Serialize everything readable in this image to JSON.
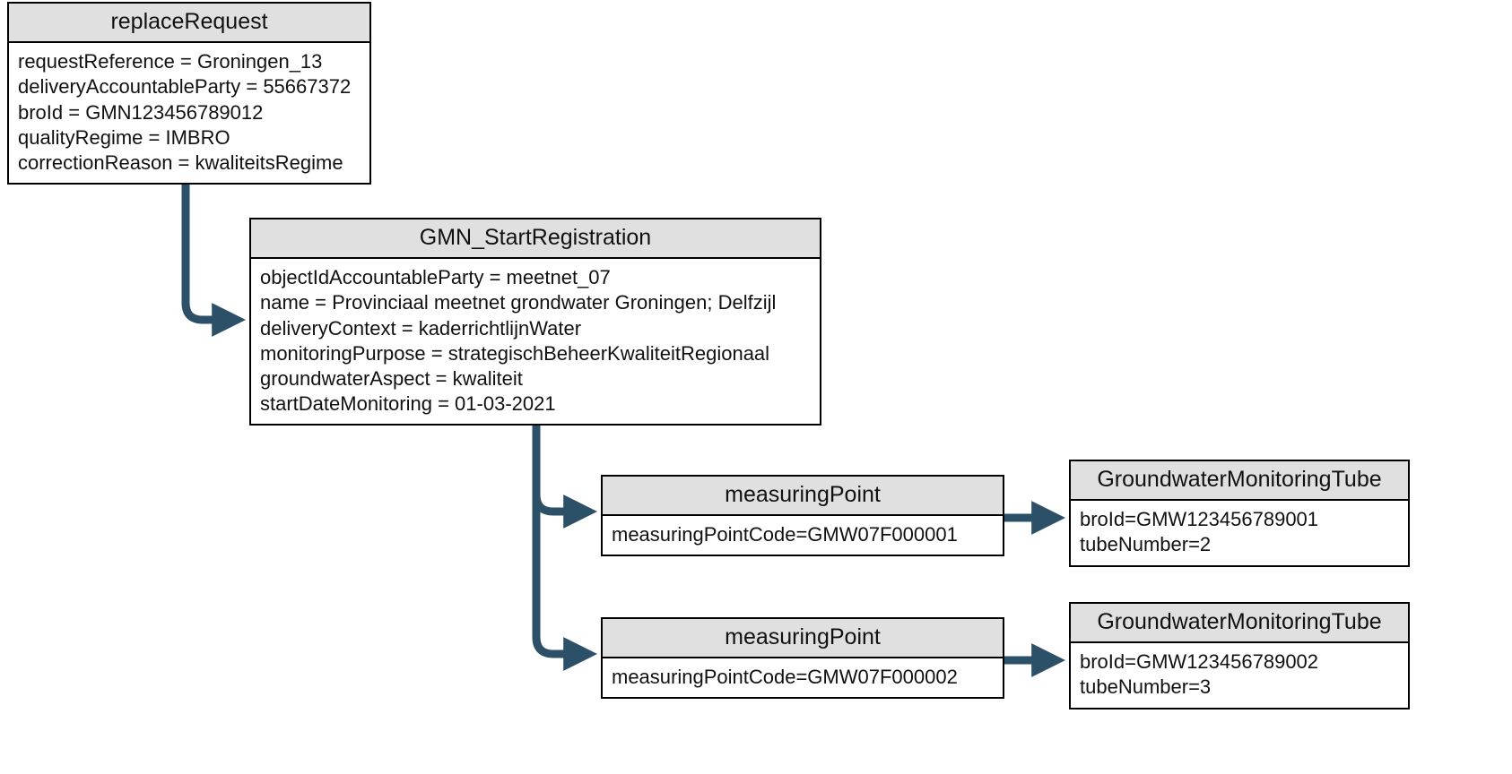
{
  "diagram": {
    "type": "uml-object-diagram",
    "colors": {
      "box_border": "#000000",
      "header_fill": "#e0e0e0",
      "body_fill": "#ffffff",
      "connector": "#2b5068",
      "text": "#111111"
    },
    "nodes": [
      {
        "id": "replaceRequest",
        "title": "replaceRequest",
        "attributes": [
          "requestReference = Groningen_13",
          "deliveryAccountableParty = 55667372",
          "broId = GMN123456789012",
          "qualityRegime = IMBRO",
          "correctionReason = kwaliteitsRegime"
        ]
      },
      {
        "id": "gmnStartRegistration",
        "title": "GMN_StartRegistration",
        "attributes": [
          "objectIdAccountableParty = meetnet_07",
          "name = Provinciaal meetnet grondwater Groningen; Delfzijl",
          "deliveryContext = kaderrichtlijnWater",
          "monitoringPurpose = strategischBeheerKwaliteitRegionaal",
          "groundwaterAspect = kwaliteit",
          "startDateMonitoring = 01-03-2021"
        ]
      },
      {
        "id": "measuringPoint1",
        "title": "measuringPoint",
        "attributes": [
          "measuringPointCode=GMW07F000001"
        ]
      },
      {
        "id": "measuringPoint2",
        "title": "measuringPoint",
        "attributes": [
          "measuringPointCode=GMW07F000002"
        ]
      },
      {
        "id": "tube1",
        "title": "GroundwaterMonitoringTube",
        "attributes": [
          "broId=GMW123456789001",
          "tubeNumber=2"
        ]
      },
      {
        "id": "tube2",
        "title": "GroundwaterMonitoringTube",
        "attributes": [
          "broId=GMW123456789002",
          "tubeNumber=3"
        ]
      }
    ],
    "edges": [
      {
        "from": "replaceRequest",
        "to": "gmnStartRegistration"
      },
      {
        "from": "gmnStartRegistration",
        "to": "measuringPoint1"
      },
      {
        "from": "gmnStartRegistration",
        "to": "measuringPoint2"
      },
      {
        "from": "measuringPoint1",
        "to": "tube1"
      },
      {
        "from": "measuringPoint2",
        "to": "tube2"
      }
    ]
  }
}
